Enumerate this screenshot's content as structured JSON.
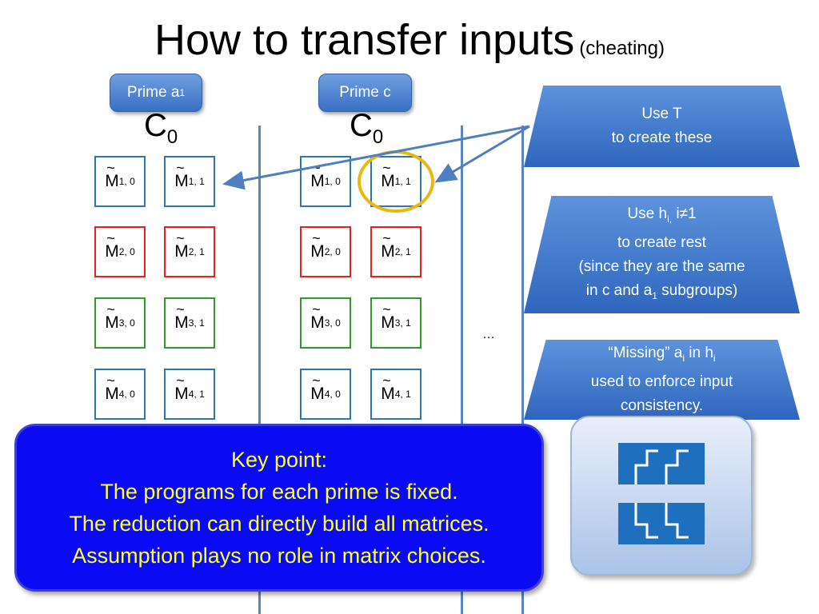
{
  "slide": {
    "title": "How to transfer inputs",
    "title_suffix": "(cheating)"
  },
  "columns": [
    {
      "button_label": "Prime a",
      "button_sub": "1",
      "c_label": "C",
      "c_sub": "0"
    },
    {
      "button_label": "Prime c",
      "button_sub": "",
      "c_label": "C",
      "c_sub": "0"
    }
  ],
  "matrices": [
    {
      "label": "M",
      "sub": "1, 0",
      "color": "#2e75b6"
    },
    {
      "label": "M",
      "sub": "1, 1",
      "color": "#2e75b6"
    },
    {
      "label": "M",
      "sub": "2, 0",
      "color": "#e8211c"
    },
    {
      "label": "M",
      "sub": "2, 1",
      "color": "#e8211c"
    },
    {
      "label": "M",
      "sub": "3, 0",
      "color": "#2e9a2e"
    },
    {
      "label": "M",
      "sub": "3, 1",
      "color": "#2e9a2e"
    },
    {
      "label": "M",
      "sub": "4, 0",
      "color": "#2e75b6"
    },
    {
      "label": "M",
      "sub": "4, 1",
      "color": "#2e75b6"
    }
  ],
  "ellipsis": "…",
  "callouts": {
    "use_t": {
      "line1": "Use T",
      "line2": "to create these"
    },
    "use_h": {
      "line1_a": "Use h",
      "line1_sub": "i,",
      "line1_b": " i≠1",
      "line2": "to create rest",
      "line3": "(since they are the same",
      "line4_a": "in c and a",
      "line4_sub": "1",
      "line4_b": " subgroups)"
    },
    "missing": {
      "line1_a": "“Missing” a",
      "line1_sub": "i",
      "line1_b": " in h",
      "line1_sub2": "i",
      "line2": "used to enforce input",
      "line3": "consistency."
    }
  },
  "key_point": {
    "line1": "Key point:",
    "line2": "The programs for each prime is fixed.",
    "line3": "The reduction can directly build all matrices.",
    "line4": "Assumption plays no role in matrix choices."
  },
  "colors": {
    "accent_blue": "#2f66bd",
    "key_bg": "#0a0af5",
    "key_text": "#ffff33",
    "highlight": "#e8b80e"
  }
}
